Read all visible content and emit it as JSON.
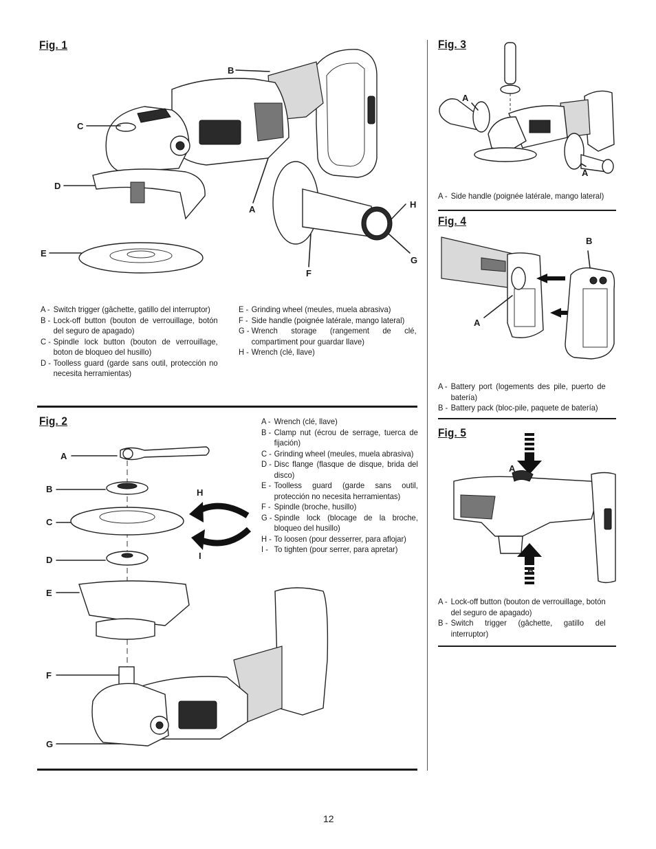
{
  "page_number": "12",
  "fig1": {
    "title": "Fig. 1",
    "callouts": {
      "a": "A",
      "b": "B",
      "c": "C",
      "d": "D",
      "e": "E",
      "f": "F",
      "g": "G",
      "h": "H"
    },
    "legend_left": [
      {
        "key": "A -",
        "text": "Switch trigger (gâchette, gatillo del interruptor)"
      },
      {
        "key": "B -",
        "text": "Lock-off button (bouton de verrouillage, botón del seguro de apagado)"
      },
      {
        "key": "C -",
        "text": "Spindle lock button (bouton de verrouillage, boton de bloqueo del husillo)"
      },
      {
        "key": "D -",
        "text": "Toolless guard (garde sans outil, protección no necesita herramientas)"
      }
    ],
    "legend_right": [
      {
        "key": "E -",
        "text": "Grinding wheel (meules, muela abrasiva)"
      },
      {
        "key": "F -",
        "text": "Side handle (poignée latérale, mango lateral)"
      },
      {
        "key": "G -",
        "text": "Wrench storage (rangement de clé, compartiment pour guardar llave)"
      },
      {
        "key": "H -",
        "text": "Wrench (clé, llave)"
      }
    ]
  },
  "fig2": {
    "title": "Fig. 2",
    "callouts": {
      "a": "A",
      "b": "B",
      "c": "C",
      "d": "D",
      "e": "E",
      "f": "F",
      "g": "G",
      "h": "H",
      "i": "I"
    },
    "legend": [
      {
        "key": "A -",
        "text": "Wrench (clé, llave)"
      },
      {
        "key": "B -",
        "text": "Clamp nut (écrou de serrage, tuerca de fijación)"
      },
      {
        "key": "C -",
        "text": "Grinding wheel (meules, muela abrasiva)"
      },
      {
        "key": "D -",
        "text": "Disc flange (flasque de disque, brida del disco)"
      },
      {
        "key": "E -",
        "text": "Toolless guard (garde sans outil, protección no necesita herramientas)"
      },
      {
        "key": "F -",
        "text": "Spindle (broche, husillo)"
      },
      {
        "key": "G -",
        "text": "Spindle lock (blocage de la broche, bloqueo del husillo)"
      },
      {
        "key": "H -",
        "text": "To loosen (pour desserrer, para aflojar)"
      },
      {
        "key": "I -",
        "text": "To tighten (pour serrer, para apretar)"
      }
    ]
  },
  "fig3": {
    "title": "Fig. 3",
    "callouts": {
      "a1": "A",
      "a2": "A"
    },
    "legend": [
      {
        "key": "A -",
        "text": "Side handle (poignée latérale, mango lateral)"
      }
    ]
  },
  "fig4": {
    "title": "Fig. 4",
    "callouts": {
      "a": "A",
      "b": "B"
    },
    "legend": [
      {
        "key": "A -",
        "text": "Battery port (logements des pile, puerto de batería)"
      },
      {
        "key": "B -",
        "text": "Battery pack (bloc-pile, paquete de batería)"
      }
    ]
  },
  "fig5": {
    "title": "Fig. 5",
    "callouts": {
      "a": "A",
      "b": "B"
    },
    "legend": [
      {
        "key": "A -",
        "text": "Lock-off button (bouton de verrouillage, botón del seguro de apagado)"
      },
      {
        "key": "B -",
        "text": "Switch trigger (gâchette, gatillo del interruptor)"
      }
    ]
  }
}
